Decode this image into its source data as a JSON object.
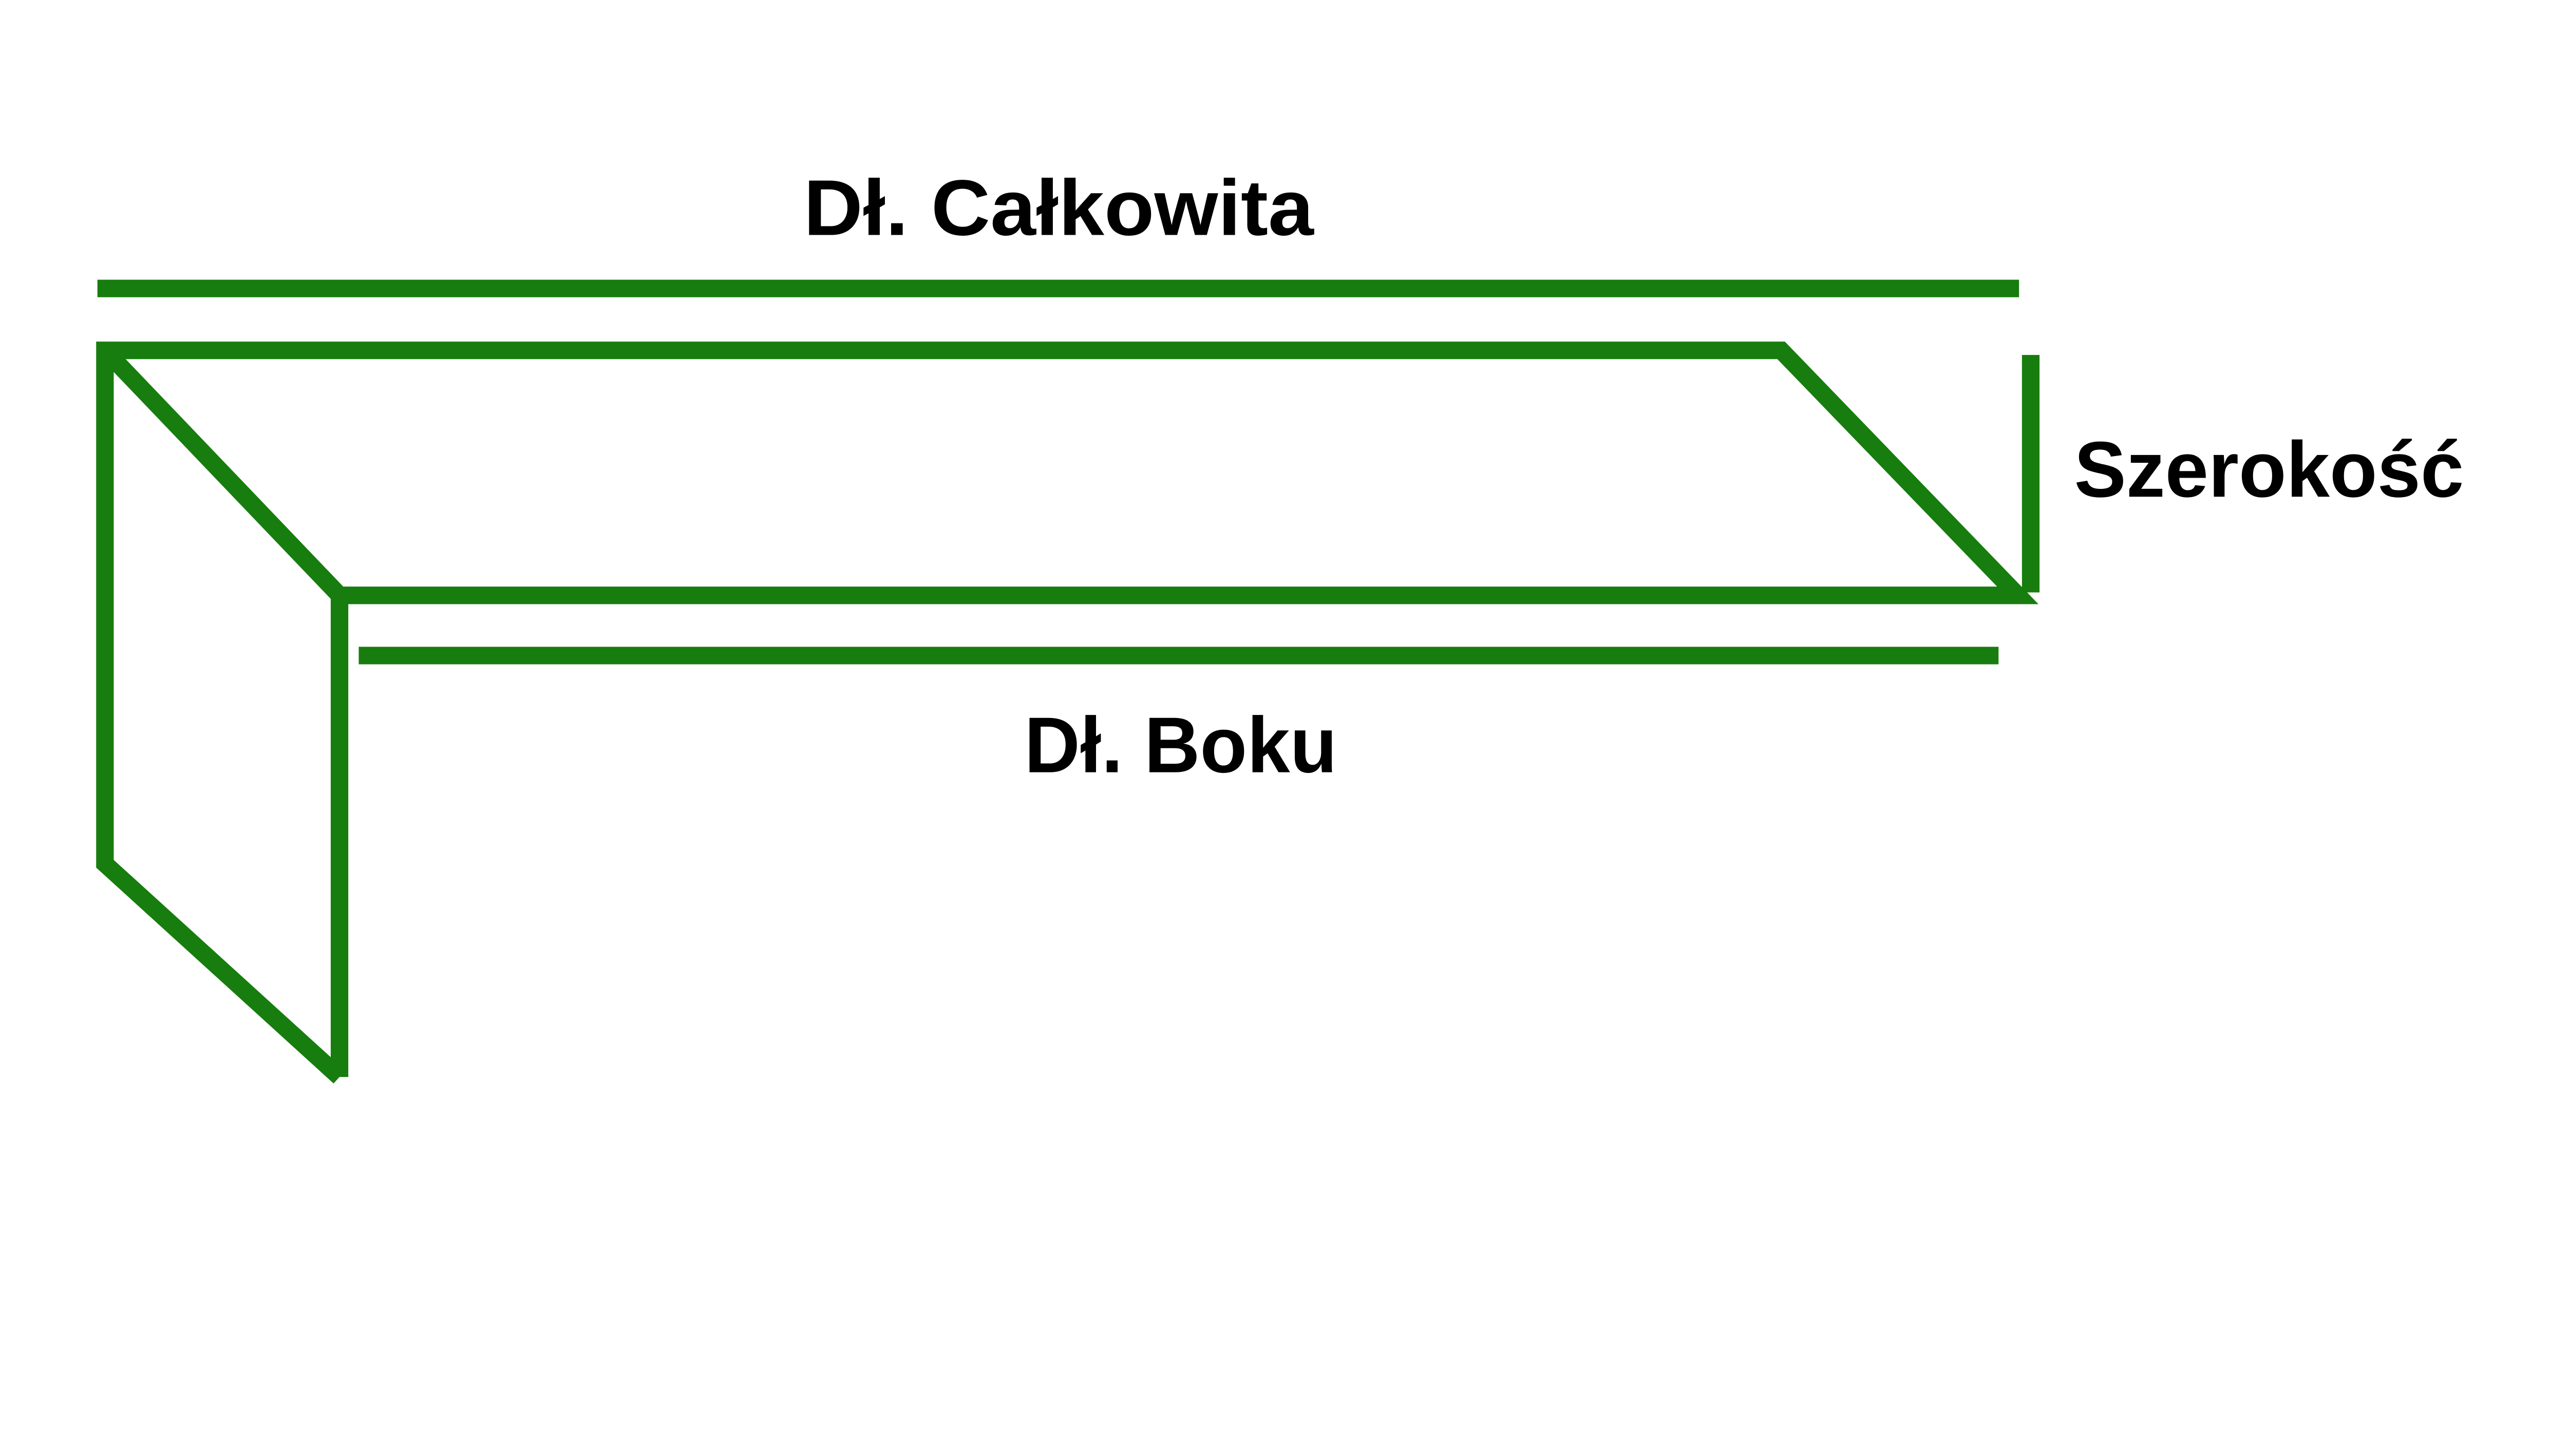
{
  "diagram": {
    "kind": "flashing-profile-dimension-diagram",
    "background": "#ffffff",
    "line_color": "#177d0e",
    "text_color": "#000000",
    "labels": {
      "total_length": "Dł. Całkowita",
      "width": "Szerokość",
      "side_length": "Dł. Boku"
    }
  }
}
